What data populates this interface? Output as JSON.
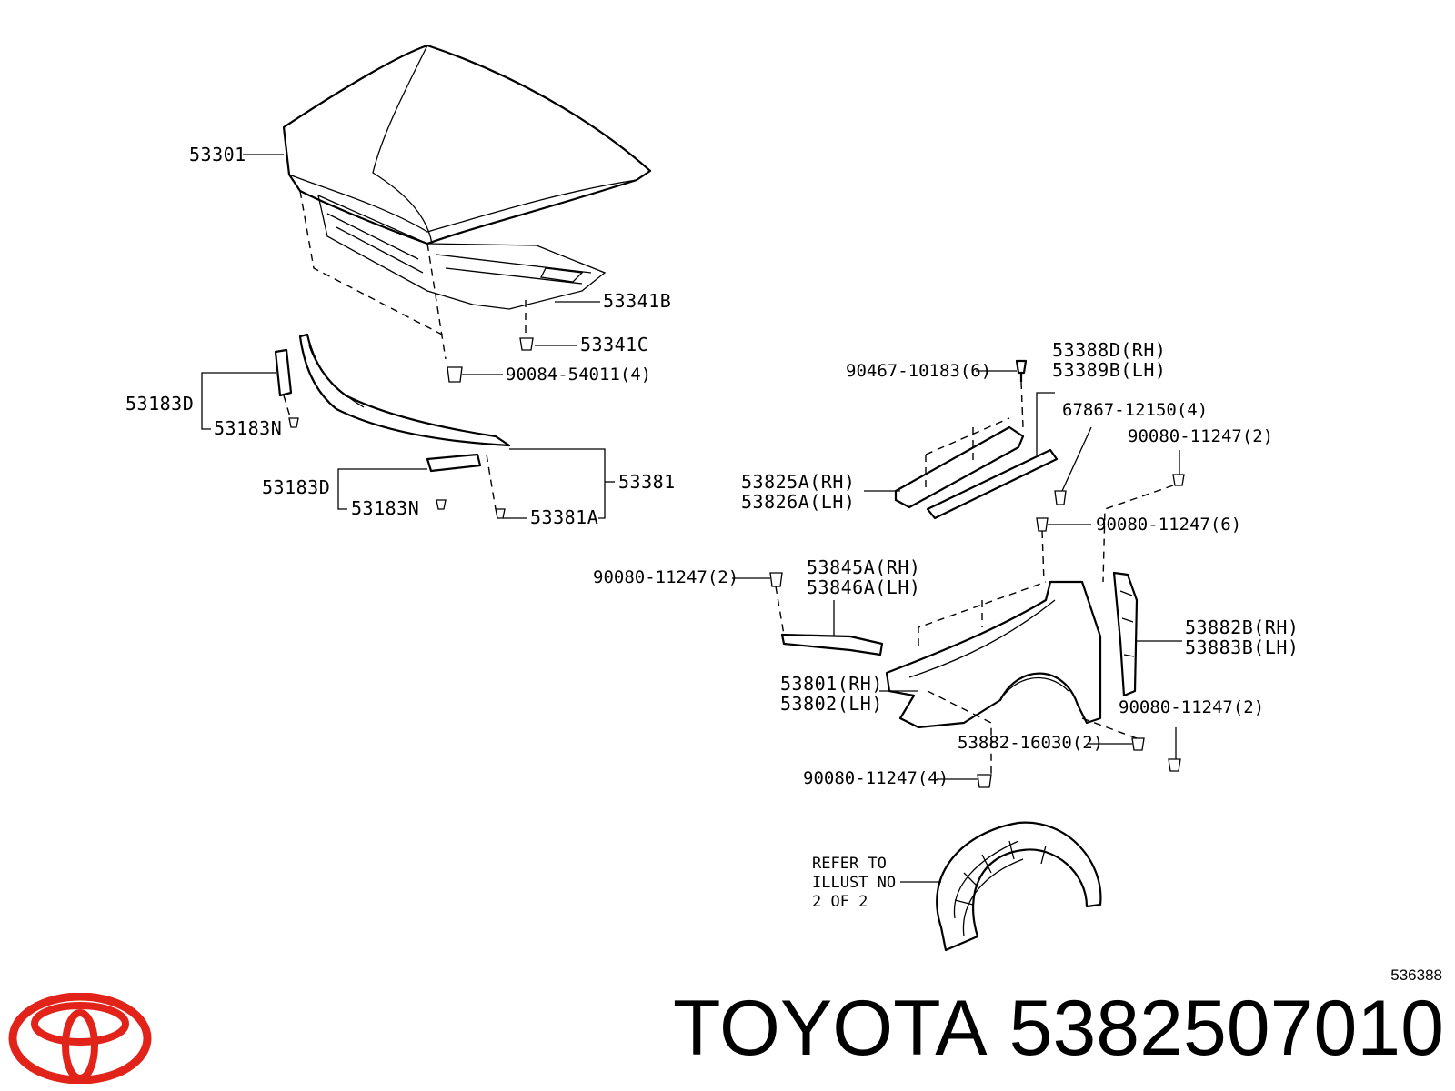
{
  "labels": {
    "hood": "53301",
    "hood_insulator": "53341B",
    "insulator_clip": "53341C",
    "clip_90084": "90084-54011(4)",
    "seal_d1": "53183D",
    "seal_n1": "53183N",
    "seal_d2": "53183D",
    "seal_n2": "53183N",
    "hood_seal": "53381",
    "hood_seal_clip": "53381A",
    "screw_90467": "90467-10183(6)",
    "support_rh": "53388D(RH)",
    "support_lh": "53389B(LH)",
    "clip_67867": "67867-12150(4)",
    "bolt_top_right": "90080-11247(2)",
    "ext_rh": "53825A(RH)",
    "ext_lh": "53826A(LH)",
    "bolt_mid": "90080-11247(6)",
    "bolt_left": "90080-11247(2)",
    "bracket_rh": "53845A(RH)",
    "bracket_lh": "53846A(LH)",
    "liner_rh": "53882B(RH)",
    "liner_lh": "53883B(LH)",
    "fender_rh": "53801(RH)",
    "fender_lh": "53802(LH)",
    "bolt_right_low": "90080-11247(2)",
    "clip_53882": "53882-16030(2)",
    "bolt_bottom": "90080-11247(4)",
    "refer_1": "REFER TO",
    "refer_2": "ILLUST NO",
    "refer_3": "2 OF 2"
  },
  "footer": {
    "diagram_code": "536388",
    "brand": "TOYOTA",
    "part_number": "5382507010"
  },
  "colors": {
    "logo_red": "#e2231a",
    "line": "#000000",
    "background": "#ffffff"
  }
}
